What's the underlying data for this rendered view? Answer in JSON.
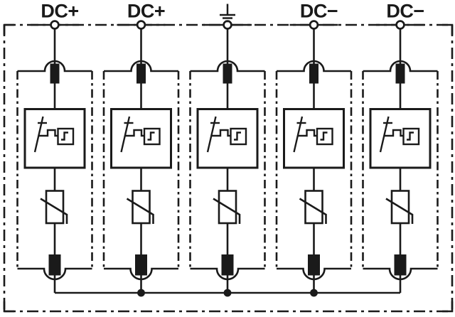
{
  "colors": {
    "background": "#ffffff",
    "line": "#1a1a1a"
  },
  "terminals": [
    {
      "id": "terminal-1",
      "label": "DC+"
    },
    {
      "id": "terminal-2",
      "label": "DC+"
    },
    {
      "id": "terminal-3",
      "label": "",
      "icon": "earth-ground-icon"
    },
    {
      "id": "terminal-4",
      "label": "DC−"
    },
    {
      "id": "terminal-5",
      "label": "DC−"
    }
  ],
  "modules": [
    {
      "id": "protection-module-1",
      "components": [
        "plug-contact-icon",
        "thermal-disconnector-with-signalling-icon",
        "varistor-icon",
        "plug-contact-icon"
      ]
    },
    {
      "id": "protection-module-2",
      "components": [
        "plug-contact-icon",
        "thermal-disconnector-with-signalling-icon",
        "varistor-icon",
        "plug-contact-icon"
      ]
    },
    {
      "id": "protection-module-3",
      "components": [
        "plug-contact-icon",
        "thermal-disconnector-with-signalling-icon",
        "varistor-icon",
        "plug-contact-icon"
      ]
    },
    {
      "id": "protection-module-4",
      "components": [
        "plug-contact-icon",
        "thermal-disconnector-with-signalling-icon",
        "varistor-icon",
        "plug-contact-icon"
      ]
    },
    {
      "id": "protection-module-5",
      "components": [
        "plug-contact-icon",
        "thermal-disconnector-with-signalling-icon",
        "varistor-icon",
        "plug-contact-icon"
      ]
    }
  ],
  "bus": {
    "junction_dots": 3
  }
}
